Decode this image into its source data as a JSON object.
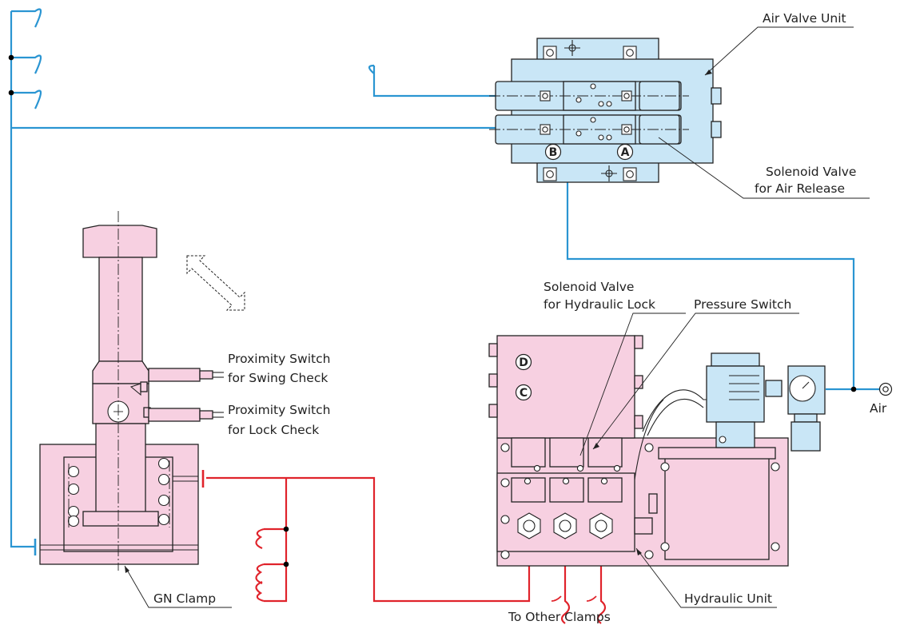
{
  "labels": {
    "air_valve_unit": "Air Valve Unit",
    "solenoid_air_release_1": "Solenoid Valve",
    "solenoid_air_release_2": "for Air Release",
    "solenoid_hyd_lock_1": "Solenoid Valve",
    "solenoid_hyd_lock_2": "for Hydraulic Lock",
    "pressure_switch": "Pressure Switch",
    "prox_swing_1": "Proximity Switch",
    "prox_swing_2": "for Swing Check",
    "prox_lock_1": "Proximity Switch",
    "prox_lock_2": "for Lock Check",
    "air": "Air",
    "gn_clamp": "GN Clamp",
    "hydraulic_unit": "Hydraulic Unit",
    "to_other_clamps": "To Other Clamps"
  },
  "port_labels": {
    "a": "A",
    "b": "B",
    "c": "C",
    "d": "D"
  },
  "colors": {
    "air_line": "#2a95d2",
    "hydraulic_line": "#e0232b",
    "clamp_body": "#f7d0e1",
    "valve_body": "#c9e6f6"
  }
}
